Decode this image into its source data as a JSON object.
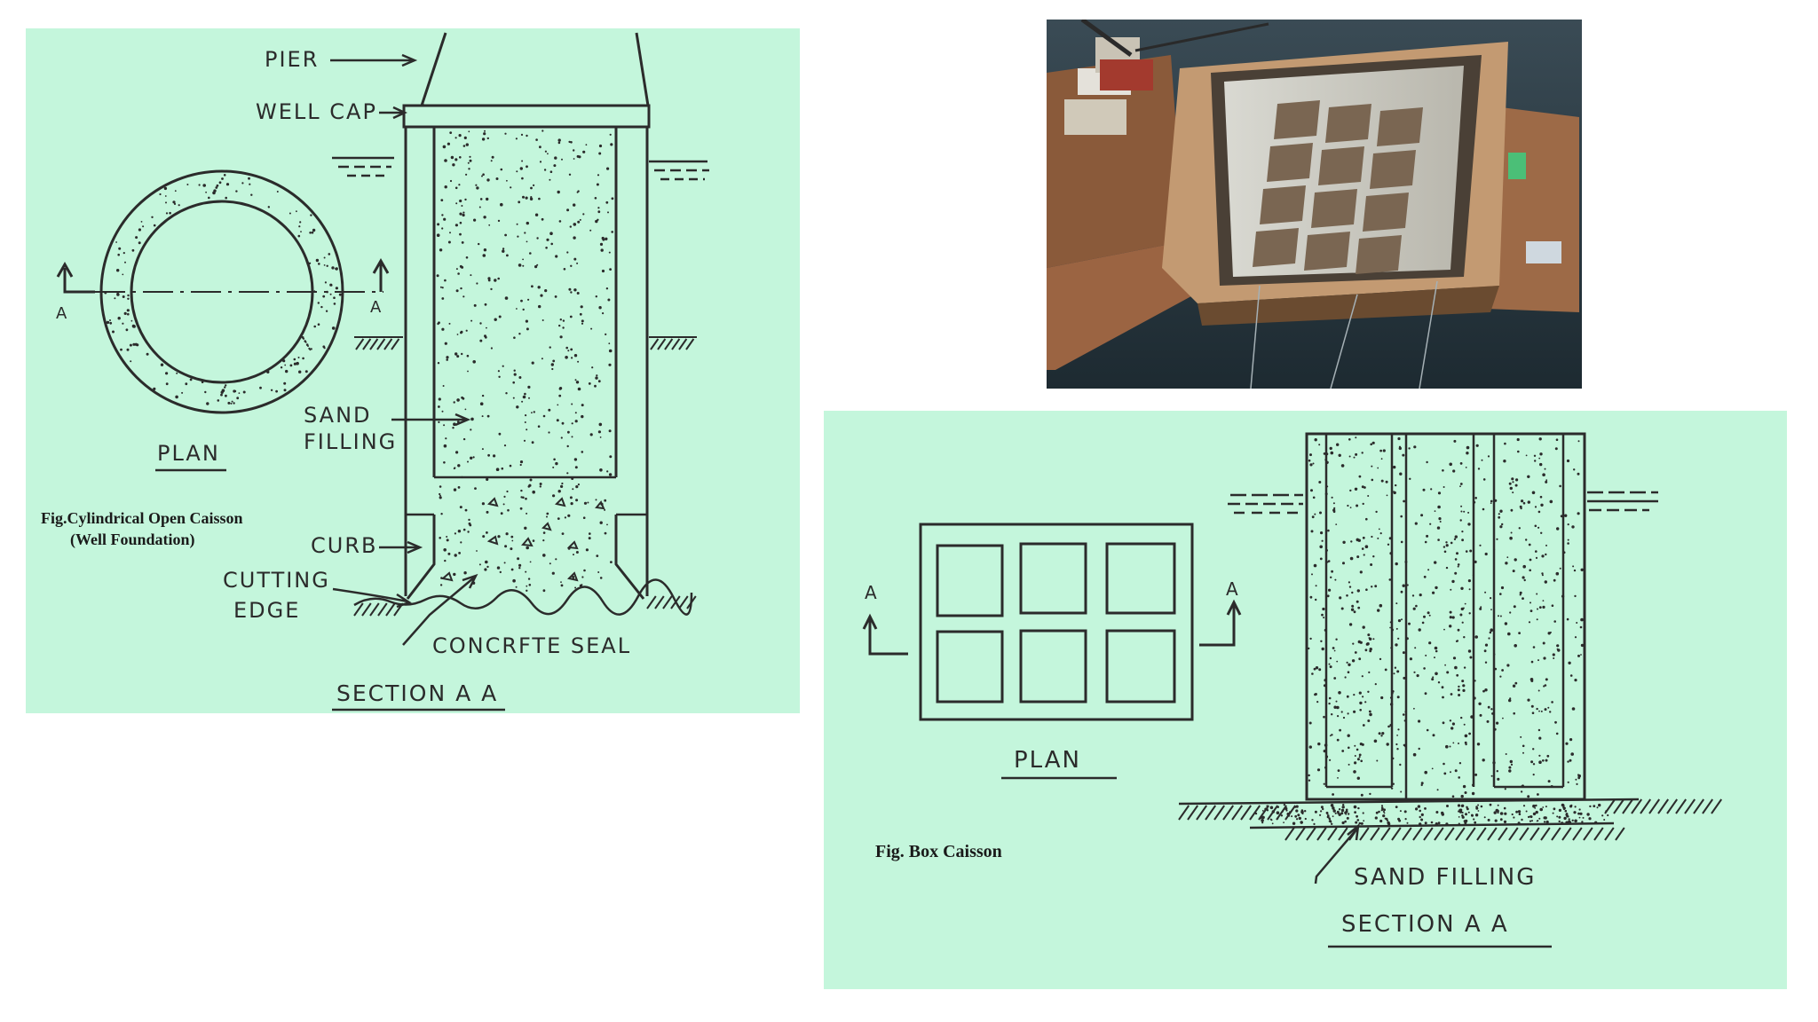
{
  "well_foundation": {
    "labels": {
      "pier": "PIER",
      "well_cap": "WELL CAP",
      "sand_filling": [
        "SAND",
        "FILLING"
      ],
      "curb": "CURB",
      "cutting_edge": [
        "CUTTING",
        "EDGE"
      ],
      "concrete_seal": "CONCRFTE SEAL",
      "section": "SECTION A A",
      "plan": "PLAN",
      "section_marker": "A"
    },
    "caption": [
      "Fig.Cylindrical Open Caisson",
      "(Well Foundation)"
    ]
  },
  "box_caisson": {
    "labels": {
      "plan": "PLAN",
      "section_marker": "A",
      "sand_filling": "SAND FILLING",
      "section": "SECTION A A"
    },
    "caption": "Fig. Box Caisson"
  },
  "colors": {
    "panel_background": "#c4f6dc",
    "ink": "#2b2b2b",
    "page_background": "#ffffff"
  }
}
